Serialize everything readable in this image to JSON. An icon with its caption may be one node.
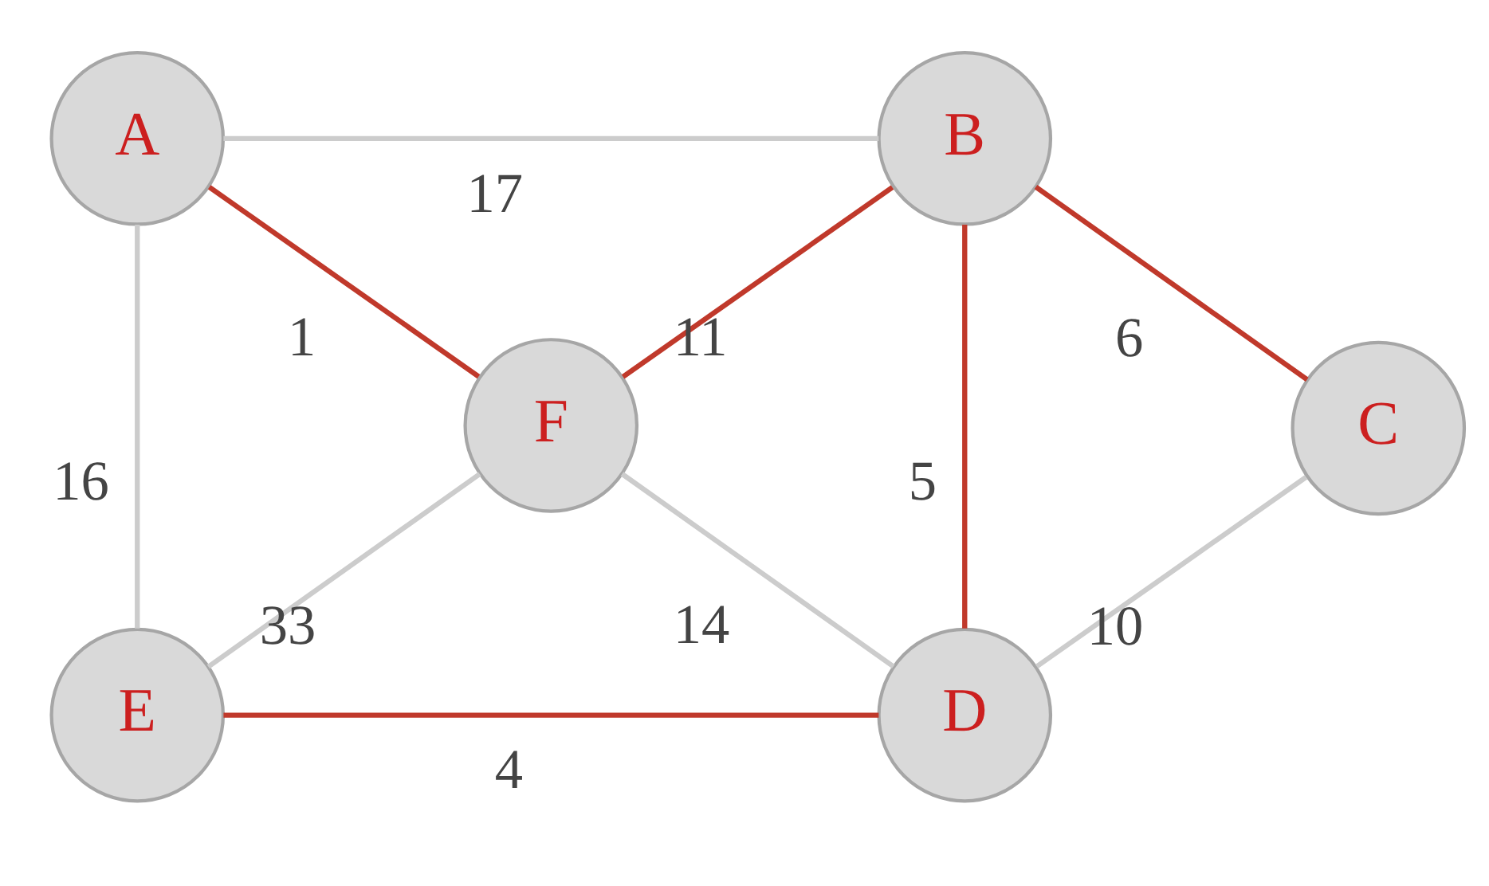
{
  "diagram": {
    "nodes": [
      {
        "text": [
          "A"
        ]
      },
      {
        "text": [
          "B"
        ]
      },
      {
        "text": [
          "F"
        ]
      },
      {
        "text": [
          "C"
        ]
      },
      {
        "text": [
          "E"
        ]
      },
      {
        "text": [
          "D"
        ]
      }
    ],
    "edges": [
      {
        "from": 0,
        "to": 1,
        "arrow": "none",
        "label": "17"
      },
      {
        "from": 0,
        "to": 2,
        "arrow": "none",
        "label": "1",
        "color": "#c0392b"
      },
      {
        "from": 0,
        "to": 4,
        "arrow": "none",
        "label": "16"
      },
      {
        "from": 2,
        "to": 1,
        "arrow": "none",
        "label": "11",
        "color": "#c0392b"
      },
      {
        "from": 1,
        "to": 3,
        "arrow": "none",
        "label": "6",
        "color": "#c0392b"
      },
      {
        "from": 1,
        "to": 5,
        "arrow": "none",
        "label": "5",
        "color": "#c0392b"
      },
      {
        "from": 4,
        "to": 2,
        "arrow": "none",
        "label": "33"
      },
      {
        "from": 2,
        "to": 5,
        "arrow": "none",
        "label": "14"
      },
      {
        "from": 5,
        "to": 3,
        "arrow": "none",
        "label": "10"
      },
      {
        "from": 4,
        "to": 5,
        "arrow": "none",
        "label": "4",
        "color": "#c0392b"
      }
    ]
  }
}
